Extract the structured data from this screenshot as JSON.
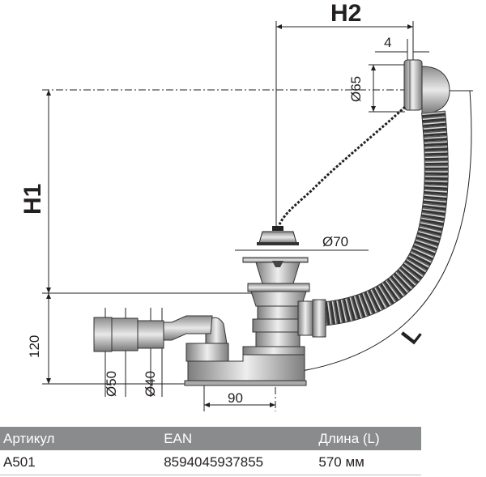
{
  "diagram": {
    "labels": {
      "h2": "H2",
      "h1": "H1",
      "l": "L",
      "dim_4": "4",
      "d65": "Ø65",
      "d70": "Ø70",
      "dim_120": "120",
      "d50": "Ø50",
      "d40": "Ø40",
      "dim_90": "90"
    }
  },
  "table": {
    "headers": [
      "Артикул",
      "EAN",
      "Длина (L)"
    ],
    "rows": [
      [
        "A501",
        "8594045937855",
        "570 мм"
      ]
    ]
  }
}
